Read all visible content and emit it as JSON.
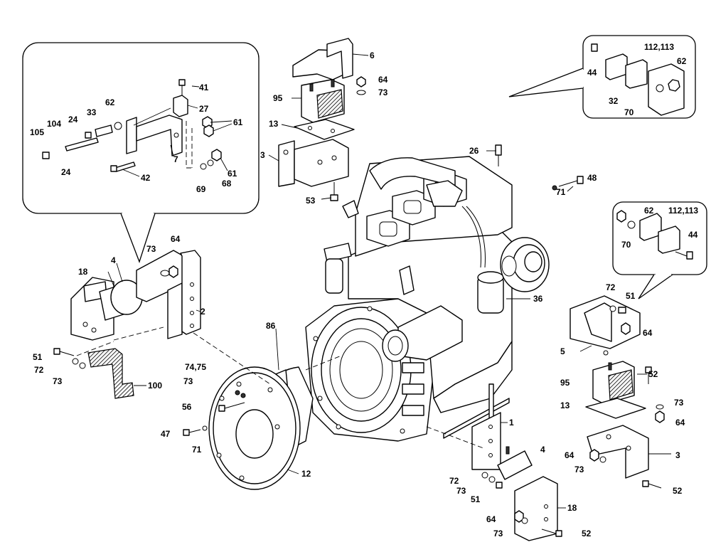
{
  "diagram": {
    "kind": "exploded parts diagram",
    "labels": {
      "l41": "41",
      "l27": "27",
      "l62a": "62",
      "l33": "33",
      "l24a": "24",
      "l104": "104",
      "l105": "105",
      "l24b": "24",
      "l61a": "61",
      "l7": "7",
      "l61b": "61",
      "l42": "42",
      "l69": "69",
      "l68": "68",
      "l6": "6",
      "l64a": "64",
      "l95a": "95",
      "l73a": "73",
      "l13a": "13",
      "l3a": "3",
      "l53": "53",
      "l26": "26",
      "l48": "48",
      "l71a": "71",
      "l36": "36",
      "l44a": "44",
      "l112a": "112,113",
      "l62b": "62",
      "l32": "32",
      "l70a": "70",
      "l62c": "62",
      "l112b": "112,113",
      "l70b": "70",
      "l44b": "44",
      "l72a": "72",
      "l51a": "51",
      "l64b": "64",
      "l5": "5",
      "l95b": "95",
      "l52a": "52",
      "l13b": "13",
      "l73b": "73",
      "l64c": "64",
      "l64d": "64",
      "l3b": "3",
      "l73c": "73",
      "l52b": "52",
      "l18a": "18",
      "l4a": "4",
      "l73d": "73",
      "l64e": "64",
      "l2": "2",
      "l51b": "51",
      "l72b": "72",
      "l73e": "73",
      "l100": "100",
      "l86": "86",
      "l7475": "74,75",
      "l73f": "73",
      "l56": "56",
      "l47": "47",
      "l71b": "71",
      "l12": "12",
      "l1": "1",
      "l4b": "4",
      "l72c": "72",
      "l73g": "73",
      "l51c": "51",
      "l18b": "18",
      "l64f": "64",
      "l73h": "73",
      "l52c": "52"
    }
  }
}
